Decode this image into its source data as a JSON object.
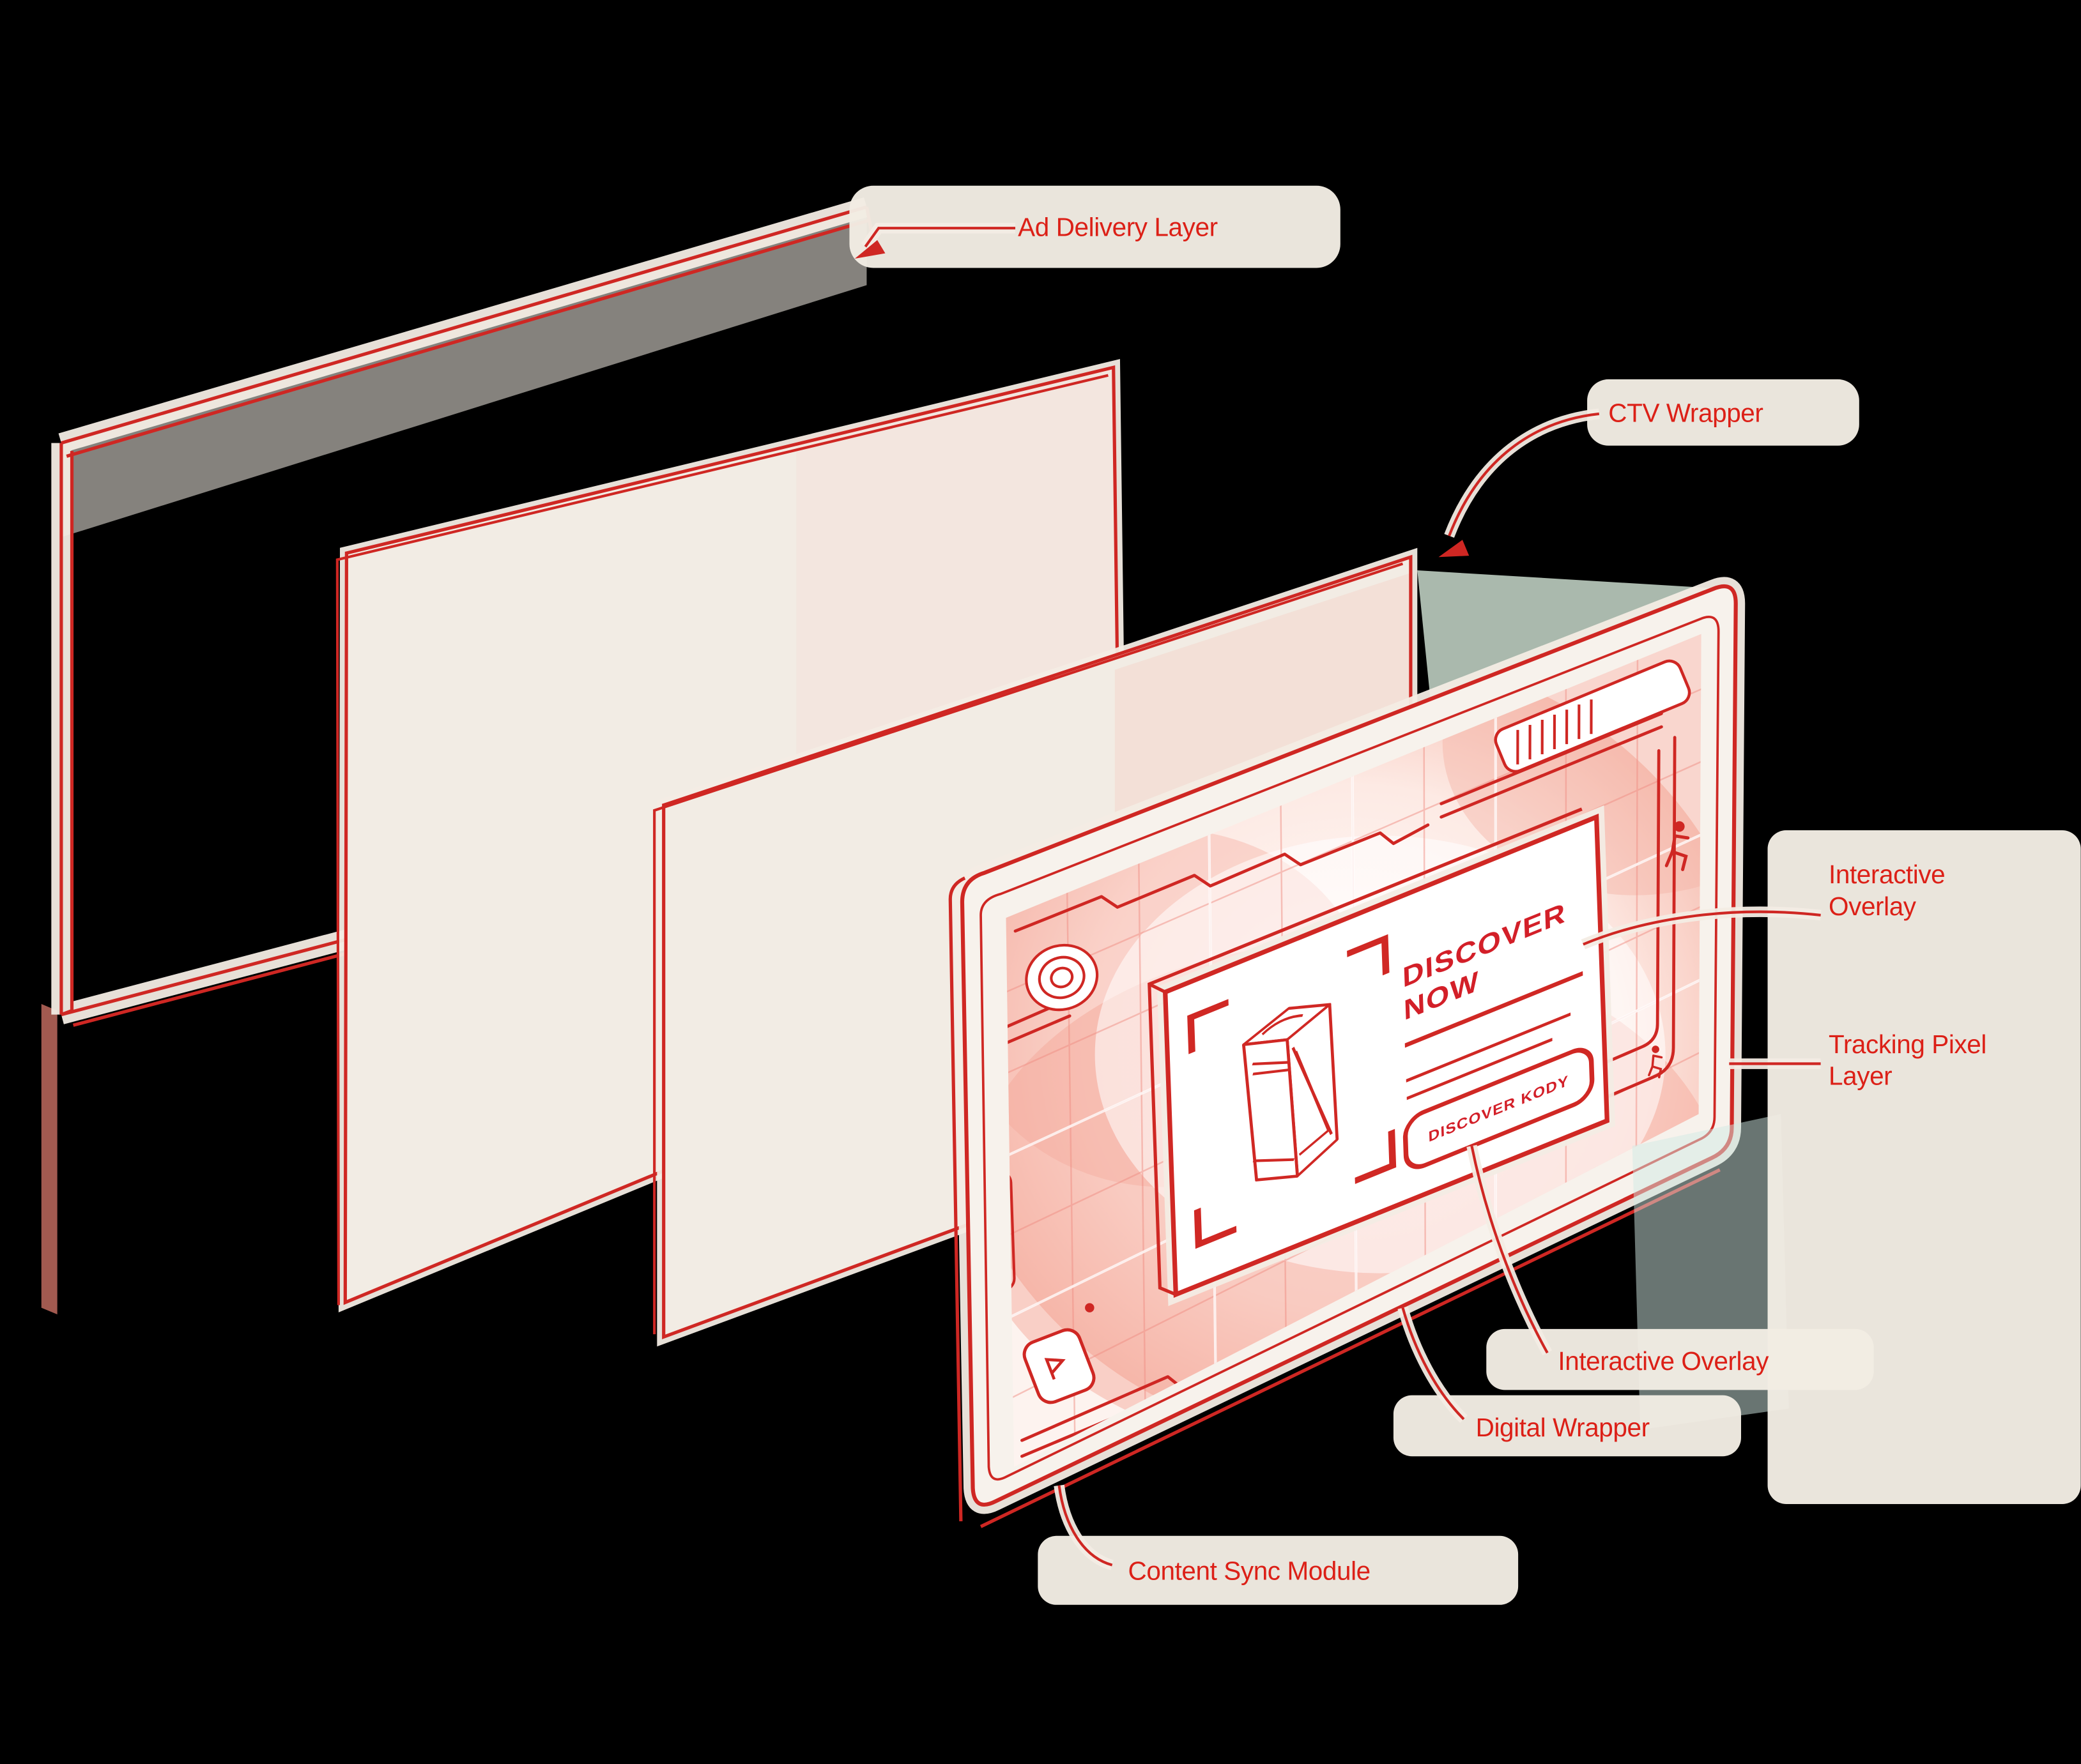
{
  "diagram": {
    "background_color": "#000000",
    "accent_red": "#d3231f",
    "panel_fill": "#f2ece4",
    "glow_pink": "#f8c5ba",
    "labels": {
      "ad_delivery_layer": "Ad Delivery Layer",
      "ctv_wrapper": "CTV Wrapper",
      "interactive_overlay_right": [
        "Interactive",
        "Overlay"
      ],
      "tracking_pixel_layer": [
        "Tracking Pixel",
        "Layer"
      ],
      "interactive_overlay_bottom": "Interactive Overlay",
      "digital_wrapper": "Digital Wrapper",
      "content_sync_module": "Content Sync Module"
    },
    "overlay_card": {
      "headline": [
        "DISCOVER",
        "NOW"
      ],
      "button_label": "DISCOVER KODY"
    }
  }
}
